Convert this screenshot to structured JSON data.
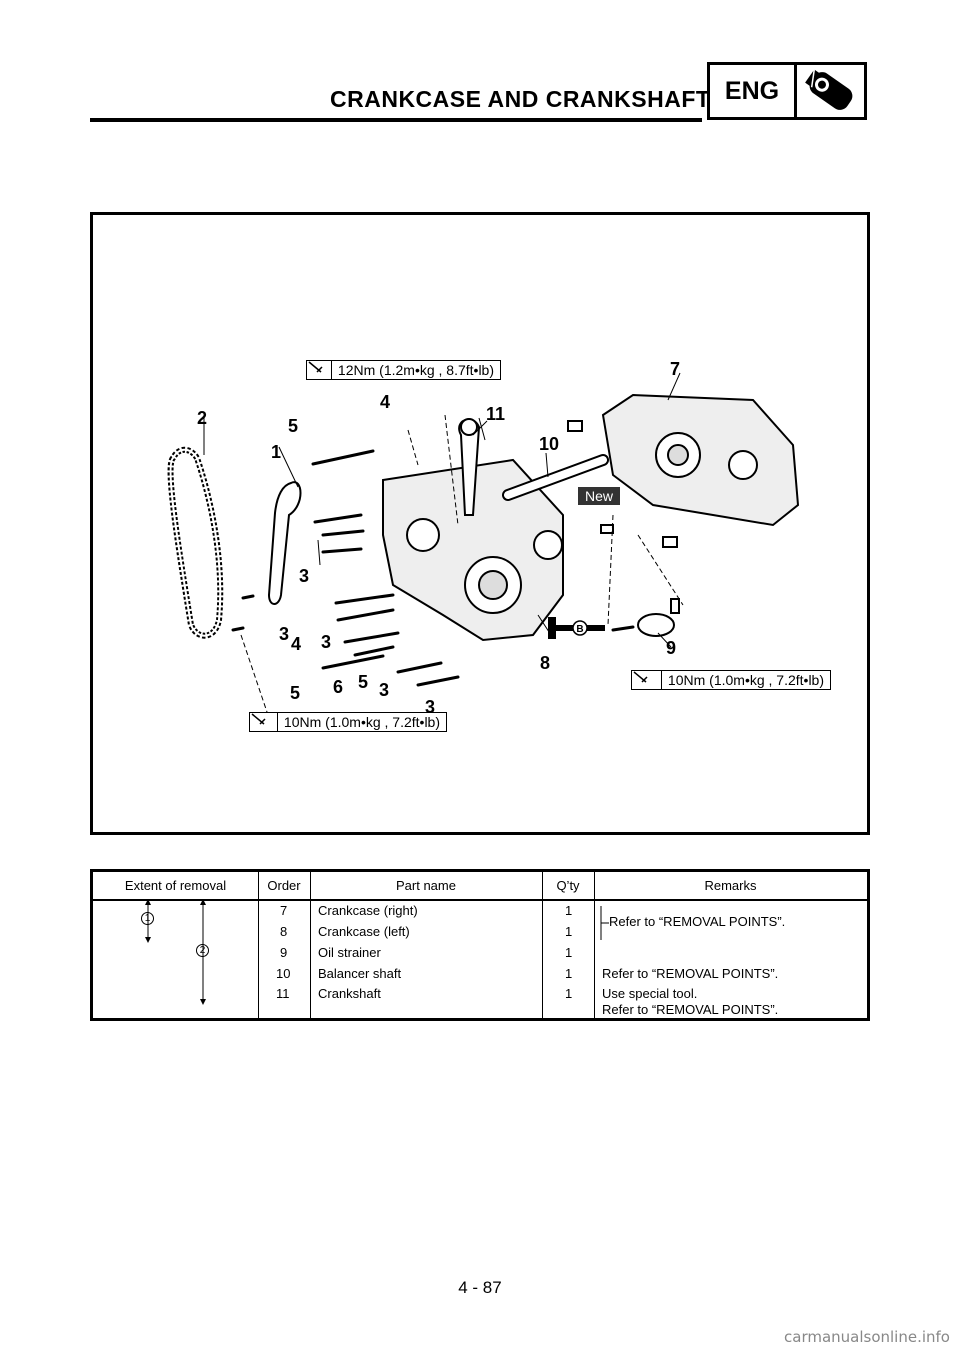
{
  "header": {
    "title": "CRANKCASE AND CRANKSHAFT",
    "badge": "ENG",
    "badge_icon": "engine-icon"
  },
  "figure": {
    "torque_top": "12Nm (1.2m•kg , 8.7ft•lb)",
    "torque_right": "10Nm (1.0m•kg , 7.2ft•lb)",
    "torque_bottom": "10Nm (1.0m•kg , 7.2ft•lb)",
    "new_label": "New",
    "lube_label": "B",
    "callouts": [
      "2",
      "5",
      "4",
      "11",
      "7",
      "1",
      "10",
      "3",
      "3",
      "4",
      "3",
      "5",
      "6",
      "5",
      "3",
      "8",
      "9",
      "3"
    ]
  },
  "table": {
    "headers": [
      "Extent of removal",
      "Order",
      "Part name",
      "Q’ty",
      "Remarks"
    ],
    "extent_marks": [
      "1",
      "2"
    ],
    "rows": [
      {
        "order": "7",
        "part": "Crankcase (right)",
        "qty": "1"
      },
      {
        "order": "8",
        "part": "Crankcase (left)",
        "qty": "1"
      },
      {
        "order": "9",
        "part": "Oil strainer",
        "qty": "1"
      },
      {
        "order": "10",
        "part": "Balancer shaft",
        "qty": "1"
      },
      {
        "order": "11",
        "part": "Crankshaft",
        "qty": "1"
      }
    ],
    "remark_group": "Refer to “REMOVAL POINTS”.",
    "remark_balancer": "Refer to “REMOVAL POINTS”.",
    "remark_crank_1": "Use special tool.",
    "remark_crank_2": "Refer to “REMOVAL POINTS”."
  },
  "footer": {
    "page_number": "4 - 87",
    "watermark": "carmanualsonline.info"
  }
}
